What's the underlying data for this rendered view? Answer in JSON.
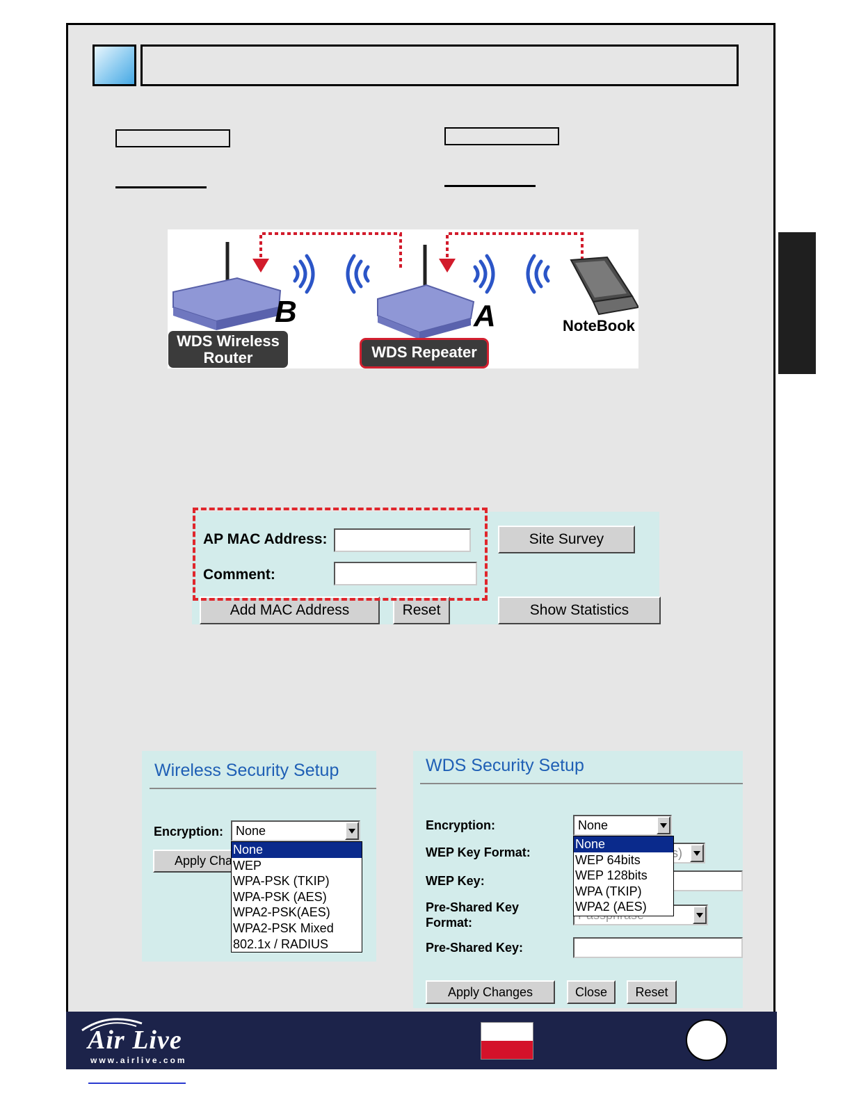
{
  "diagram": {
    "router_label": "WDS Wireless Router",
    "router_label_line1": "WDS Wireless",
    "router_label_line2": "Router",
    "router_letter": "B",
    "repeater_label": "WDS Repeater",
    "repeater_letter": "A",
    "notebook_label": "NoteBook"
  },
  "mac_form": {
    "ap_mac_label": "AP MAC Address:",
    "ap_mac_value": "",
    "comment_label": "Comment:",
    "comment_value": "",
    "site_survey_button": "Site Survey",
    "add_mac_button": "Add MAC Address",
    "reset_button": "Reset",
    "show_statistics_button": "Show Statistics"
  },
  "wireless_security": {
    "title": "Wireless Security Setup",
    "encryption_label": "Encryption:",
    "encryption_value": "None",
    "apply_button_visible": "Apply Cha",
    "options": [
      "None",
      "WEP",
      "WPA-PSK (TKIP)",
      "WPA-PSK (AES)",
      "WPA2-PSK(AES)",
      "WPA2-PSK Mixed",
      "802.1x / RADIUS"
    ]
  },
  "wds_security": {
    "title": "WDS Security Setup",
    "encryption_label": "Encryption:",
    "encryption_value": "None",
    "wep_key_format_label": "WEP Key Format:",
    "wep_key_format_partial": "s)",
    "wep_key_label": "WEP Key:",
    "psk_format_label_line1": "Pre-Shared Key",
    "psk_format_label_line2": "Format:",
    "psk_format_value": "Passphrase",
    "psk_label": "Pre-Shared Key:",
    "psk_value": "",
    "apply_button": "Apply Changes",
    "close_button": "Close",
    "reset_button": "Reset",
    "options": [
      "None",
      "WEP 64bits",
      "WEP 128bits",
      "WPA (TKIP)",
      "WPA2 (AES)"
    ]
  },
  "footer": {
    "logo": "Air Live",
    "url": "www.airlive.com"
  },
  "colors": {
    "panel_bg": "#d3eceb",
    "title_blue": "#1f5fb5",
    "highlight_red": "#e0262c",
    "footer_navy": "#1c234a",
    "selected_item": "#0a2a8c"
  }
}
